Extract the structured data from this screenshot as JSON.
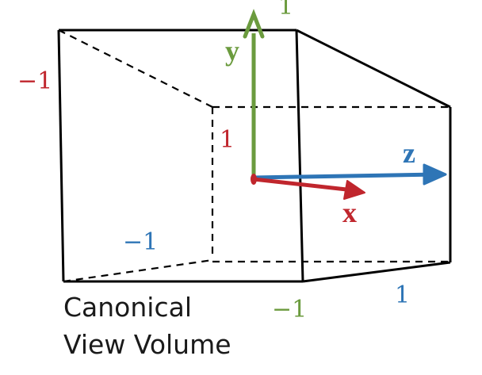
{
  "colors": {
    "x_axis": "#c0262d",
    "y_axis": "#6b9b3e",
    "z_axis": "#2e75b6",
    "edges": "#000000"
  },
  "axes": {
    "x_label": "x",
    "y_label": "y",
    "z_label": "z"
  },
  "bounds": {
    "y_top": "1",
    "x_left": "−1",
    "x_near_right": "1",
    "z_near": "−1",
    "y_bottom": "−1",
    "z_far": "1"
  },
  "caption": {
    "line1": "Canonical",
    "line2": "View Volume"
  }
}
